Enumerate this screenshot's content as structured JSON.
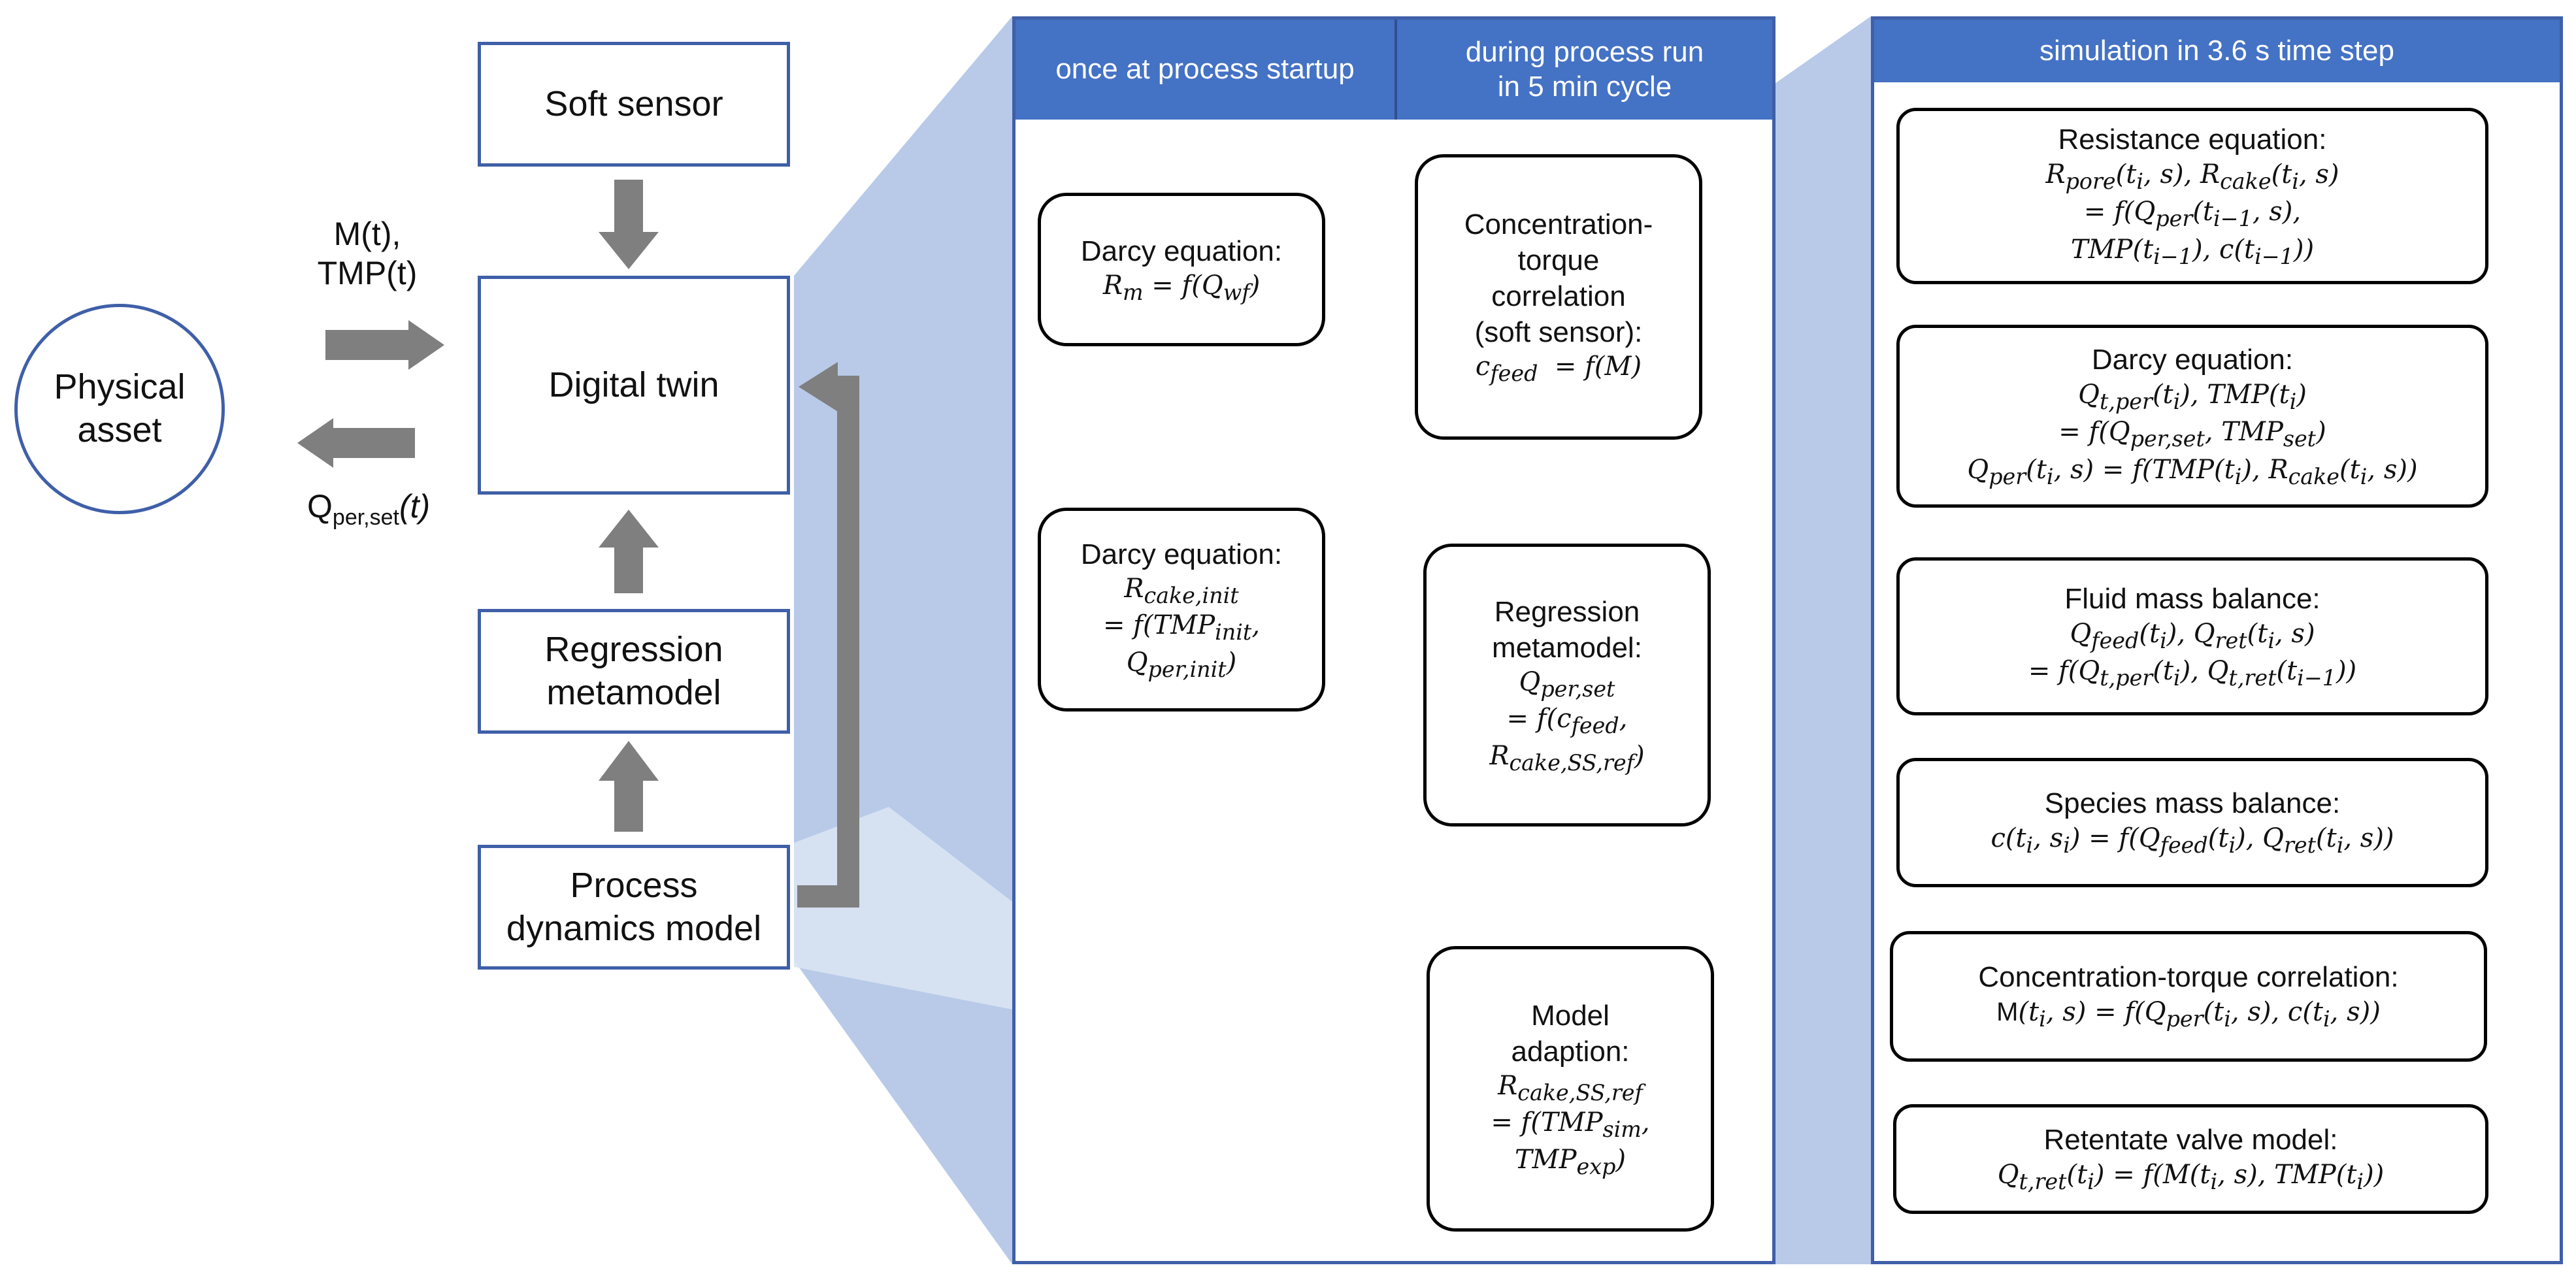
{
  "left": {
    "physical_asset": [
      "Physical",
      "asset"
    ],
    "soft_sensor": "Soft sensor",
    "digital_twin": "Digital twin",
    "regression_metamodel": [
      "Regression",
      "metamodel"
    ],
    "process_dynamics_model": [
      "Process",
      "dynamics model"
    ],
    "signal_in": [
      "M(t),",
      "TMP(t)"
    ],
    "signal_out_main": "Q",
    "signal_out_sub": "per,set",
    "signal_out_arg": "(t)"
  },
  "middle_panel": {
    "header_left": "once at process startup",
    "header_right": [
      "during process run",
      "in 5 min cycle"
    ],
    "darcy1": {
      "title": "Darcy equation:",
      "eq": [
        "R_m = f(Q_wf)"
      ]
    },
    "darcy2": {
      "title": "Darcy equation:",
      "eq": [
        "R_cake,init",
        "= f(TMP_init,",
        "Q_per,init)"
      ]
    },
    "conc_torque": {
      "title": [
        "Concentration-",
        "torque",
        "correlation",
        "(soft sensor):"
      ],
      "eq": [
        "c_feed = f(M)"
      ]
    },
    "regression": {
      "title": [
        "Regression",
        "metamodel:"
      ],
      "eq": [
        "Q_per,set",
        "= f(c_feed,",
        "R_cake,SS,ref)"
      ]
    },
    "adaption": {
      "title": [
        "Model",
        "adaption:"
      ],
      "eq": [
        "R_cake,SS,ref",
        "= f(TMP_sim,",
        "TMP_exp)"
      ]
    }
  },
  "right_panel": {
    "header": "simulation in 3.6 s time step",
    "resistance": {
      "title": "Resistance equation:",
      "eq": [
        "R_pore(t_i, s), R_cake(t_i, s)",
        "= f(Q_per(t_i−1, s),",
        "TMP(t_i−1), c(t_i−1))"
      ]
    },
    "darcy": {
      "title": "Darcy equation:",
      "eq": [
        "Q_t,per(t_i), TMP(t_i)",
        "= f(Q_per,set, TMP_set)",
        "Q_per(t_i, s) = f(TMP(t_i), R_cake(t_i, s))"
      ]
    },
    "fluid": {
      "title": "Fluid mass balance:",
      "eq": [
        "Q_feed(t_i), Q_ret(t_i, s)",
        "= f(Q_t,per(t_i), Q_t,ret(t_i−1))"
      ]
    },
    "species": {
      "title": "Species mass balance:",
      "eq": [
        "c(t_i, s_i) = f(Q_feed(t_i), Q_ret(t_i, s))"
      ]
    },
    "conc_torque": {
      "title": "Concentration-torque correlation:",
      "eq": [
        "M(t_i, s) = f(Q_per(t_i, s), c(t_i, s))"
      ]
    },
    "valve": {
      "title": "Retentate valve model:",
      "eq": [
        "Q_t,ret(t_i) = f(M(t_i, s), TMP(t_i))"
      ]
    }
  },
  "colors": {
    "box_border": "#3f5fa8",
    "header_fill": "#4472c4",
    "zoom_fill": "#b4c7e7",
    "arrow": "#7f7f7f"
  }
}
